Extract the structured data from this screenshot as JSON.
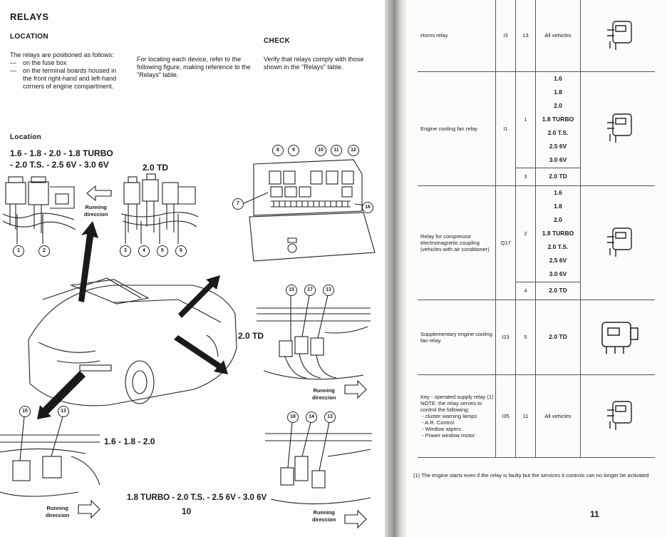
{
  "left_page": {
    "title": "RELAYS",
    "location_heading": "LOCATION",
    "location_intro": "The relays are positioned as follows:",
    "location_items": [
      "on the fuse box",
      "on the terminal boards housed in the front right-hand and left-hand corners of engine compartment."
    ],
    "locating_text": "For locating each device, refer to the following figure, making reference to the \"Relays\" table.",
    "check_heading": "CHECK",
    "check_text": "Verify that relays comply with those shown in the \"Relays\" table.",
    "location_label": "Location",
    "variant_petrol_line1": "1.6 - 1.8 - 2.0 - 1.8 TURBO",
    "variant_petrol_line2": "- 2.0 T.S. - 2.5 6V - 3.0 6V",
    "variant_td_top": "2.0 TD",
    "variant_td_mid": "2.0 TD",
    "variant_bottom_left": "1.6 - 1.8 - 2.0",
    "variant_bottom_center": "1.8 TURBO - 2.0 T.S. - 2.5 6V - 3.0 6V",
    "running_direction_line1": "Running",
    "running_direction_line2": "direccion",
    "callouts_top_left": [
      "1",
      "2"
    ],
    "callouts_top_td": [
      "3",
      "4",
      "5",
      "6"
    ],
    "callouts_fusebox_top": [
      "8",
      "9",
      "10",
      "11",
      "12"
    ],
    "callout_fusebox_left": "7",
    "callout_fusebox_right": "16",
    "callouts_mid_right": [
      "15",
      "17",
      "13"
    ],
    "callouts_bottom_left": [
      "15",
      "13"
    ],
    "callouts_bottom_right": [
      "18",
      "14",
      "13"
    ],
    "page_number": "10"
  },
  "right_page": {
    "rows": [
      {
        "desc": "Horns relay",
        "code": "I3",
        "pos": "13",
        "vehicles": "All vehicles",
        "versions": []
      },
      {
        "desc": "Engine cooling fan relay",
        "code": "I1",
        "pos": "1",
        "vehicles": "",
        "versions": [
          "1.6",
          "1.8",
          "2.0",
          "1.8 TURBO",
          "2.0 T.S.",
          "2.5 6V",
          "3.0 6V"
        ]
      },
      {
        "desc": "",
        "code": "",
        "pos": "3",
        "vehicles": "",
        "versions": [
          "2.0 TD"
        ]
      },
      {
        "desc": "Relay for compressor electromagnetic coupling (vehicles with air conditioner)",
        "code": "Q17",
        "pos": "2",
        "vehicles": "",
        "versions": [
          "1.6",
          "1.8",
          "2.0",
          "1.8 TURBO",
          "2.0 T.S.",
          "2.5 6V",
          "3.0 6V"
        ]
      },
      {
        "desc": "",
        "code": "",
        "pos": "4",
        "vehicles": "",
        "versions": [
          "2.0 TD"
        ]
      },
      {
        "desc": "Supplementary engine cooling fan relay",
        "code": "I23",
        "pos": "5",
        "vehicles": "",
        "versions": [
          "2.0 TD"
        ]
      },
      {
        "desc": "",
        "code": "I35",
        "pos": "11",
        "vehicles": "All vehicles",
        "versions": []
      }
    ],
    "key_relay_title": "Key - operated supply relay (1)",
    "key_relay_note": "NOTE: the relay serves to control the following:",
    "key_relay_items": [
      "cluster warning lamps",
      "A.R. Control",
      "Window wipers",
      "Power window motor"
    ],
    "footnote": "(1)  The engine starts even if the relay is faulty but the services it controls can no longer be activated",
    "page_number": "11"
  }
}
